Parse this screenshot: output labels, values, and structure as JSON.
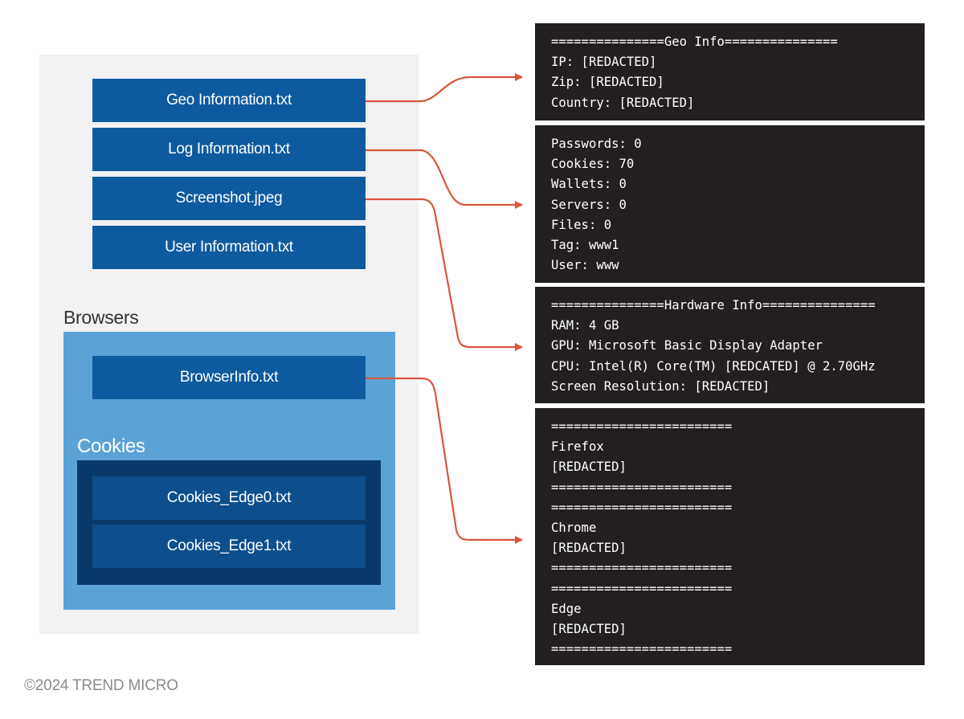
{
  "files": [
    {
      "label": "Geo Information.txt"
    },
    {
      "label": "Log Information.txt"
    },
    {
      "label": "Screenshot.jpeg"
    },
    {
      "label": "User Information.txt"
    }
  ],
  "browsers": {
    "label": "Browsers",
    "browser_info_file": "BrowserInfo.txt",
    "cookies": {
      "label": "Cookies",
      "files": [
        "Cookies_Edge0.txt",
        "Cookies_Edge1.txt"
      ]
    }
  },
  "terminals": [
    {
      "lines": [
        "===============Geo Info===============",
        "IP: [REDACTED]",
        "Zip: [REDACTED]",
        "Country: [REDACTED]"
      ]
    },
    {
      "lines": [
        "Passwords: 0",
        "Cookies: 70",
        "Wallets: 0",
        "Servers: 0",
        "Files: 0",
        "Tag: www1",
        "User: www"
      ]
    },
    {
      "lines": [
        "===============Hardware Info===============",
        "RAM: 4 GB",
        "GPU: Microsoft Basic Display Adapter",
        "CPU: Intel(R) Core(TM) [REDCATED] @ 2.70GHz",
        "Screen Resolution: [REDACTED]"
      ]
    },
    {
      "lines": [
        "========================",
        "Firefox",
        "[REDACTED]",
        "========================",
        "========================",
        "Chrome",
        "[REDACTED]",
        "========================",
        "========================",
        "Edge",
        "[REDACTED]",
        "========================"
      ]
    }
  ],
  "footer": "©2024 TREND MICRO",
  "colors": {
    "file_box": "#0e5a9e",
    "browsers_panel": "#5ba3d6",
    "cookies_panel": "#0a3a6b",
    "terminal_bg": "#231f20",
    "arrow": "#d9553f"
  }
}
